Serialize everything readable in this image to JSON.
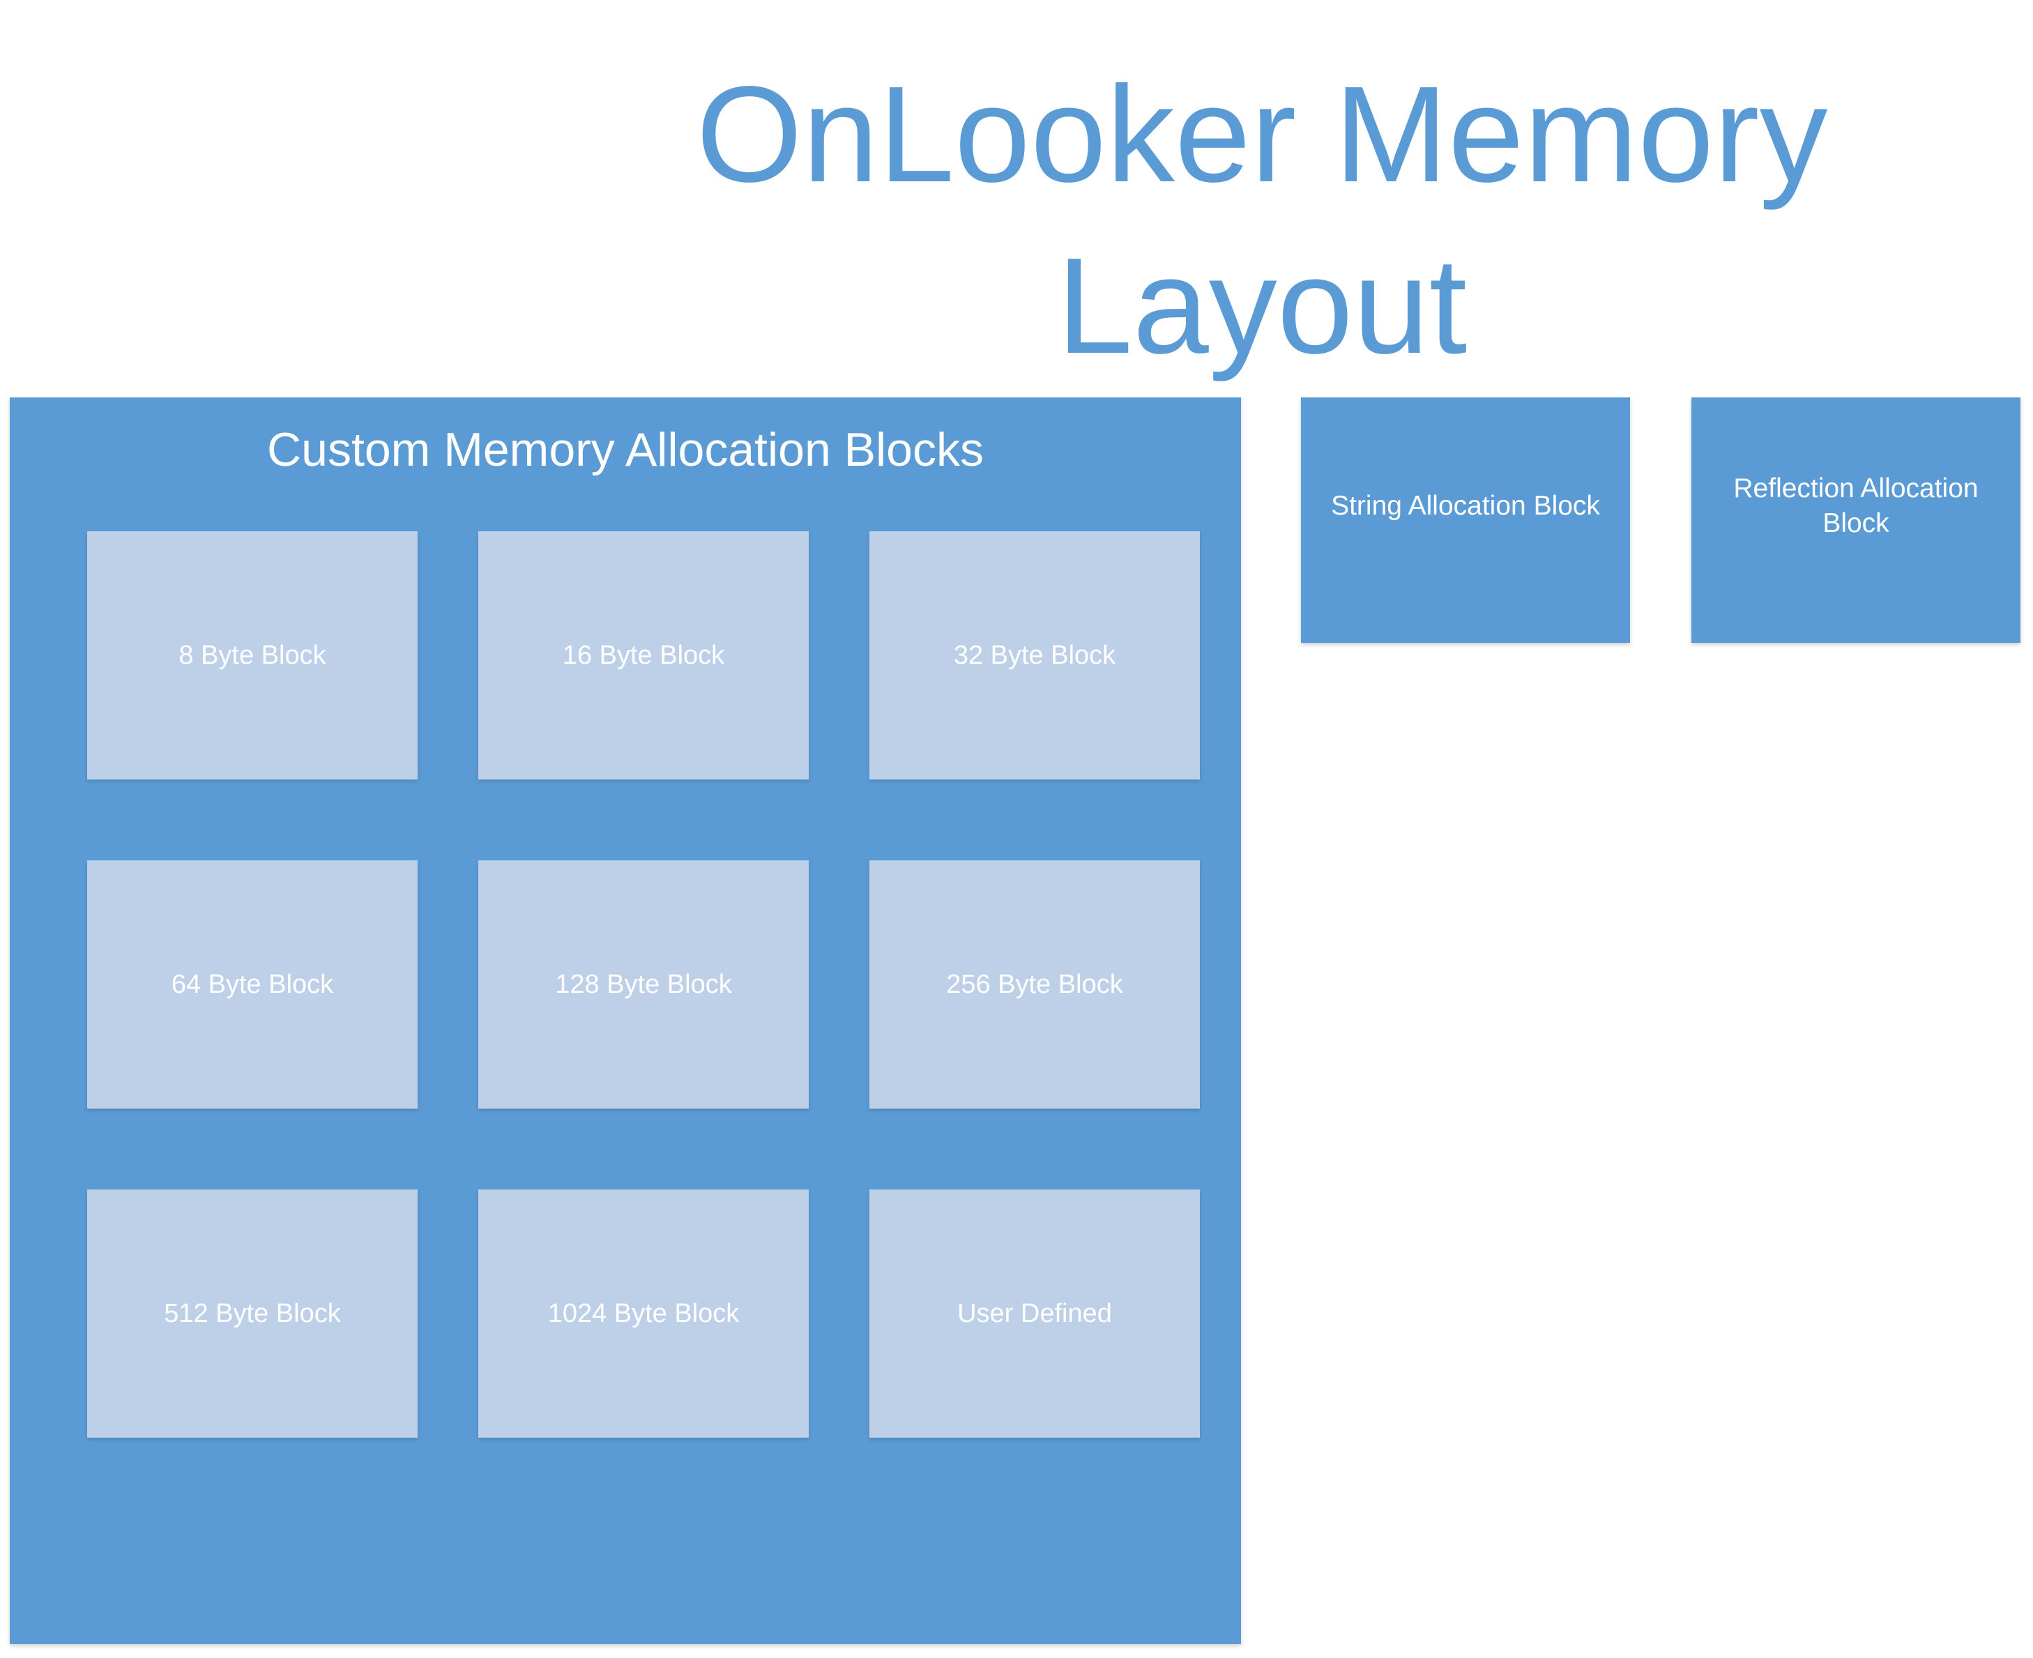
{
  "title": {
    "line1": "OnLooker Memory",
    "line2": "Layout"
  },
  "custom_panel": {
    "title": "Custom Memory Allocation Blocks",
    "blocks": [
      "8 Byte Block",
      "16 Byte Block",
      "32 Byte Block",
      "64 Byte Block",
      "128 Byte Block",
      "256 Byte Block",
      "512 Byte Block",
      "1024 Byte Block",
      "User Defined"
    ]
  },
  "side_blocks": {
    "string": "String Allocation Block",
    "reflection": "Reflection Allocation Block"
  },
  "colors": {
    "accent": "#5b9bd5",
    "inner_block": "#bdd0e8",
    "text_on_fill": "#ffffff"
  }
}
